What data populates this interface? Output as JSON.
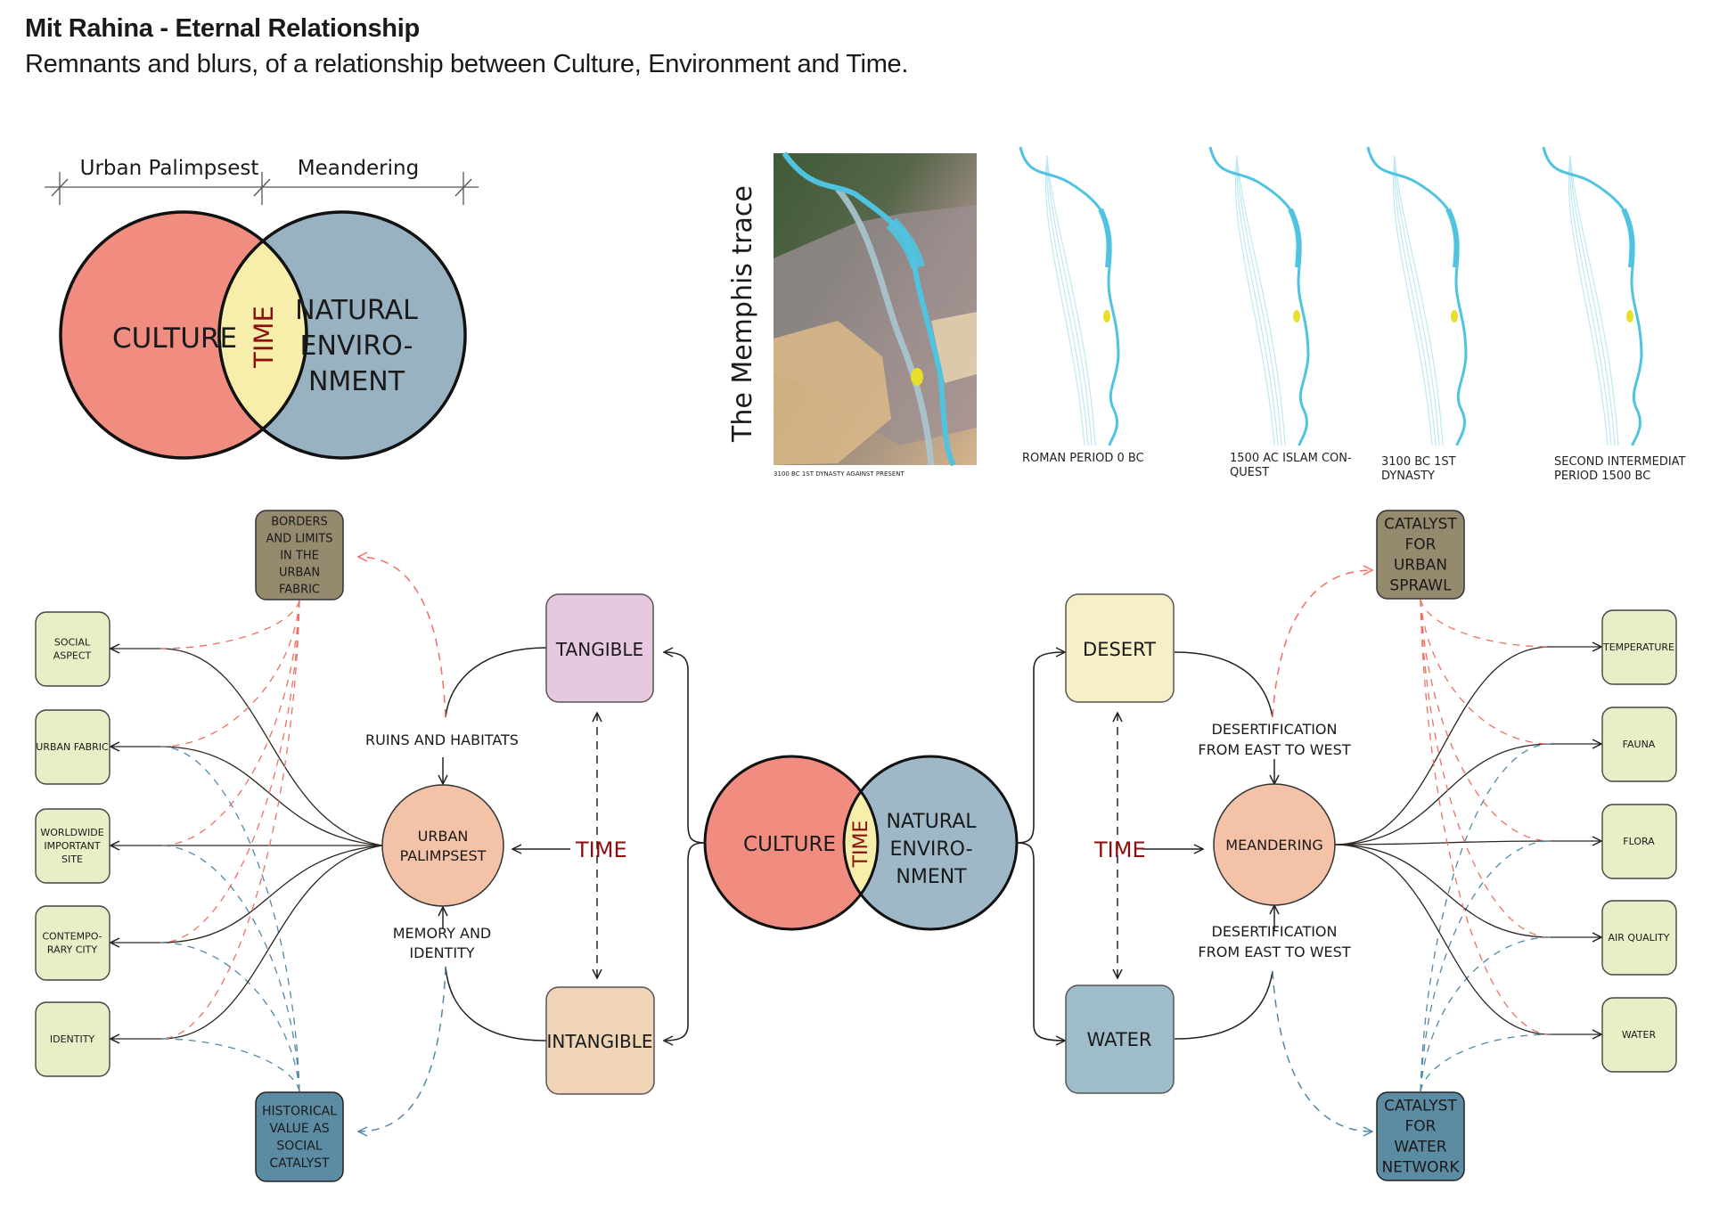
{
  "header": {
    "title": "Mit Rahina - Eternal Relationship",
    "subtitle": "Remnants and blurs, of a relationship between Culture, Environment and Time."
  },
  "venn_top": {
    "dimension_left": "Urban Palimpsest",
    "dimension_right": "Meandering",
    "left_circle": "CULTURE",
    "intersection": "TIME",
    "right_circle_lines": [
      "NATURAL",
      "ENVIRO-",
      "NMENT"
    ]
  },
  "memphis": {
    "heading": "The Memphis trace",
    "satellite_caption": "3100 BC 1ST  DYNASTY AGAINST PRESENT",
    "river_maps": [
      {
        "caption_lines": [
          "ROMAN PERIOD 0 BC"
        ]
      },
      {
        "caption_lines": [
          "1500 AC ISLAM CON-",
          "QUEST"
        ]
      },
      {
        "caption_lines": [
          "3100 BC 1ST",
          "DYNASTY"
        ]
      },
      {
        "caption_lines": [
          "SECOND INTERMEDIAT",
          "PERIOD 1500 BC"
        ]
      }
    ]
  },
  "diagram": {
    "center": {
      "left_circle": "CULTURE",
      "intersection": "TIME",
      "right_circle_lines": [
        "NATURAL",
        "ENVIRO-",
        "NMENT"
      ]
    },
    "left": {
      "hub": [
        "URBAN",
        "PALIMPSEST"
      ],
      "tangible": "TANGIBLE",
      "intangible": "INTANGIBLE",
      "time": "TIME",
      "ruins_label": "RUINS AND HABITATS",
      "memory_label": [
        "MEMORY AND",
        "IDENTITY"
      ],
      "catalyst_top": [
        "BORDERS",
        "AND LIMITS",
        "IN THE",
        "URBAN",
        "FABRIC"
      ],
      "catalyst_bottom": [
        "HISTORICAL",
        "VALUE AS",
        "SOCIAL",
        "CATALYST"
      ],
      "outputs": [
        [
          "SOCIAL",
          "ASPECT"
        ],
        [
          "URBAN FABRIC"
        ],
        [
          "WORLDWIDE",
          "IMPORTANT",
          "SITE"
        ],
        [
          "CONTEMPO-",
          "RARY CITY"
        ],
        [
          "IDENTITY"
        ]
      ]
    },
    "right": {
      "hub": [
        "MEANDERING"
      ],
      "desert": "DESERT",
      "water": "WATER",
      "time": "TIME",
      "top_label": [
        "DESERTIFICATION",
        "FROM EAST TO WEST"
      ],
      "bottom_label": [
        "DESERTIFICATION",
        "FROM EAST TO WEST"
      ],
      "catalyst_top": [
        "CATALYST",
        "FOR",
        "URBAN",
        "SPRAWL"
      ],
      "catalyst_bottom": [
        "CATALYST",
        "FOR",
        "WATER",
        "NETWORK"
      ],
      "outputs": [
        [
          "TEMPERATURE"
        ],
        [
          "FAUNA"
        ],
        [
          "FLORA"
        ],
        [
          "AIR QUALITY"
        ],
        [
          "WATER"
        ]
      ]
    }
  },
  "colors": {
    "culture": "#f08d80",
    "nature": "#98b2c2",
    "time_fill": "#f6eeaa",
    "time_text": "#8b0f0f",
    "hub": "#f4c2a6",
    "tangible": "#e6c8e0",
    "intangible": "#efd4b6",
    "desert": "#f7efc6",
    "water_box": "#9fbccb",
    "output_box": "#e6efc6",
    "catalyst_brown": "#958a6e",
    "catalyst_blue": "#5b8ca4",
    "dash_red": "#ef6f62",
    "dash_blue": "#4f8aa8",
    "river": "#4fc3e0"
  }
}
